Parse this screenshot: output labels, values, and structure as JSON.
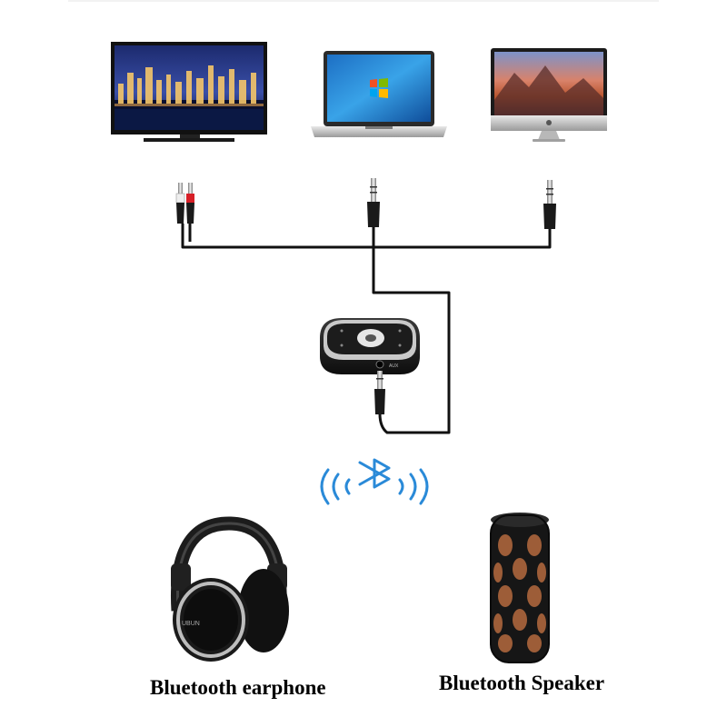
{
  "devices": {
    "tv": "tv-icon",
    "laptop": "laptop-icon",
    "desktop": "desktop-icon"
  },
  "transmitter": {
    "port_label": "AUX"
  },
  "headphones": {
    "brand": "UBUN"
  },
  "labels": {
    "earphone": "Bluetooth earphone",
    "speaker": "Bluetooth Speaker"
  },
  "colors": {
    "bluetooth": "#2a8ad8",
    "cable": "#111111",
    "rca_red": "#d71f27",
    "rca_white": "#eeeeee"
  }
}
